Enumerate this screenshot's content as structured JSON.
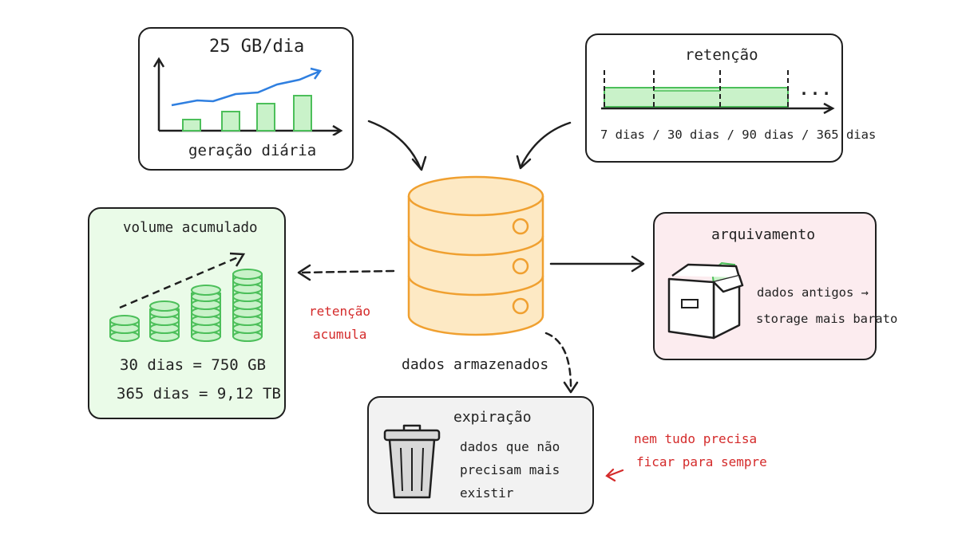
{
  "daily": {
    "rate": "25 GB/dia",
    "caption": "geração diária"
  },
  "retention": {
    "title": "retenção",
    "ellipsis": "...",
    "periods": "7 dias / 30 dias / 90 dias / 365 dias"
  },
  "accumulated": {
    "title": "volume acumulado",
    "line1": "30 dias = 750 GB",
    "line2": "365 dias = 9,12 TB"
  },
  "storage": {
    "caption": "dados armazenados"
  },
  "archive": {
    "title": "arquivamento",
    "line1": "dados antigos →",
    "line2": "storage mais barato"
  },
  "expiration": {
    "title": "expiração",
    "line1": "dados que não",
    "line2": "precisam mais",
    "line3": "existir"
  },
  "notes": {
    "retention_line1": "retenção",
    "retention_line2": "acumula",
    "forever_line1": "nem tudo precisa",
    "forever_line2": "ficar para sempre"
  },
  "colors": {
    "green_fill": "#c9f2c9",
    "green_stroke": "#4cbf5a",
    "green_panel": "#eafbe8",
    "pink_panel": "#fcecef",
    "gray_panel": "#f2f2f2",
    "orange": "#f0a030",
    "orange_fill": "#fde9c4",
    "blue": "#2f7fe0",
    "red_note": "#d42a2a"
  },
  "icons": [
    "database-icon",
    "box-icon",
    "trash-icon",
    "coin-stack-icon",
    "trend-chart-icon"
  ]
}
